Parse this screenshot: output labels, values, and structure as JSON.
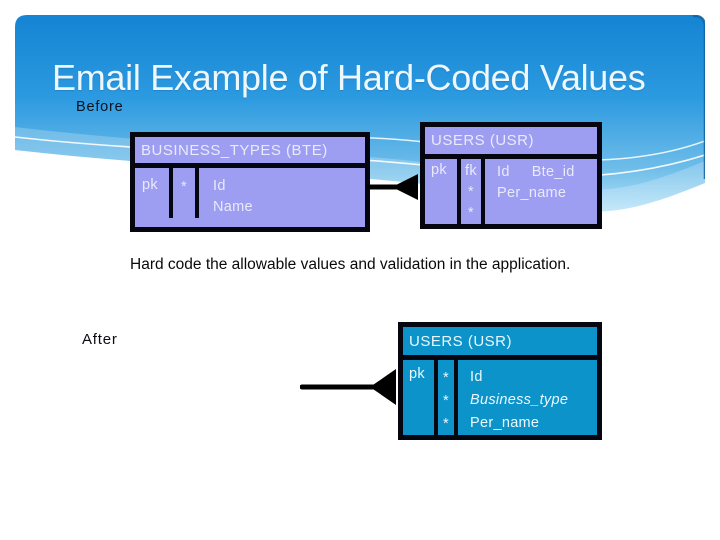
{
  "slide": {
    "title": "Email Example of Hard-Coded Values",
    "before_label": "Before",
    "after_label": "After",
    "note": "Hard code the allowable values and validation in the application."
  },
  "tables": {
    "business_types": {
      "header": "BUSINESS_TYPES (BTE)",
      "pk_label": "pk",
      "marker": "*",
      "columns": [
        "Id",
        "Name"
      ]
    },
    "users_before": {
      "header": "USERS (USR)",
      "pk_label": "pk",
      "fk_label": "fk",
      "fk_markers": [
        "*",
        "*"
      ],
      "row1_col1": "Id",
      "row1_col2": "Bte_id",
      "row2": "Per_name"
    },
    "users_after": {
      "header": "USERS (USR)",
      "pk_label": "pk",
      "markers": [
        "*",
        "*",
        "*"
      ],
      "columns": [
        "Id",
        "Business_type",
        "Per_name"
      ]
    }
  },
  "colors": {
    "panel_gradient_top": "#1484d3",
    "panel_gradient_mid": "#2c9ae0",
    "panel_gradient_bottom": "#b5e2f8",
    "title_text": "#edf7fd",
    "erd_before_fill": "#9d9df1",
    "erd_before_text": "#e9eafb",
    "erd_after_fill": "#0c93c9",
    "erd_after_text": "#eaf8ff",
    "erd_border": "#05060f",
    "connector": "#000000",
    "note_text": "#0a0a0a"
  }
}
